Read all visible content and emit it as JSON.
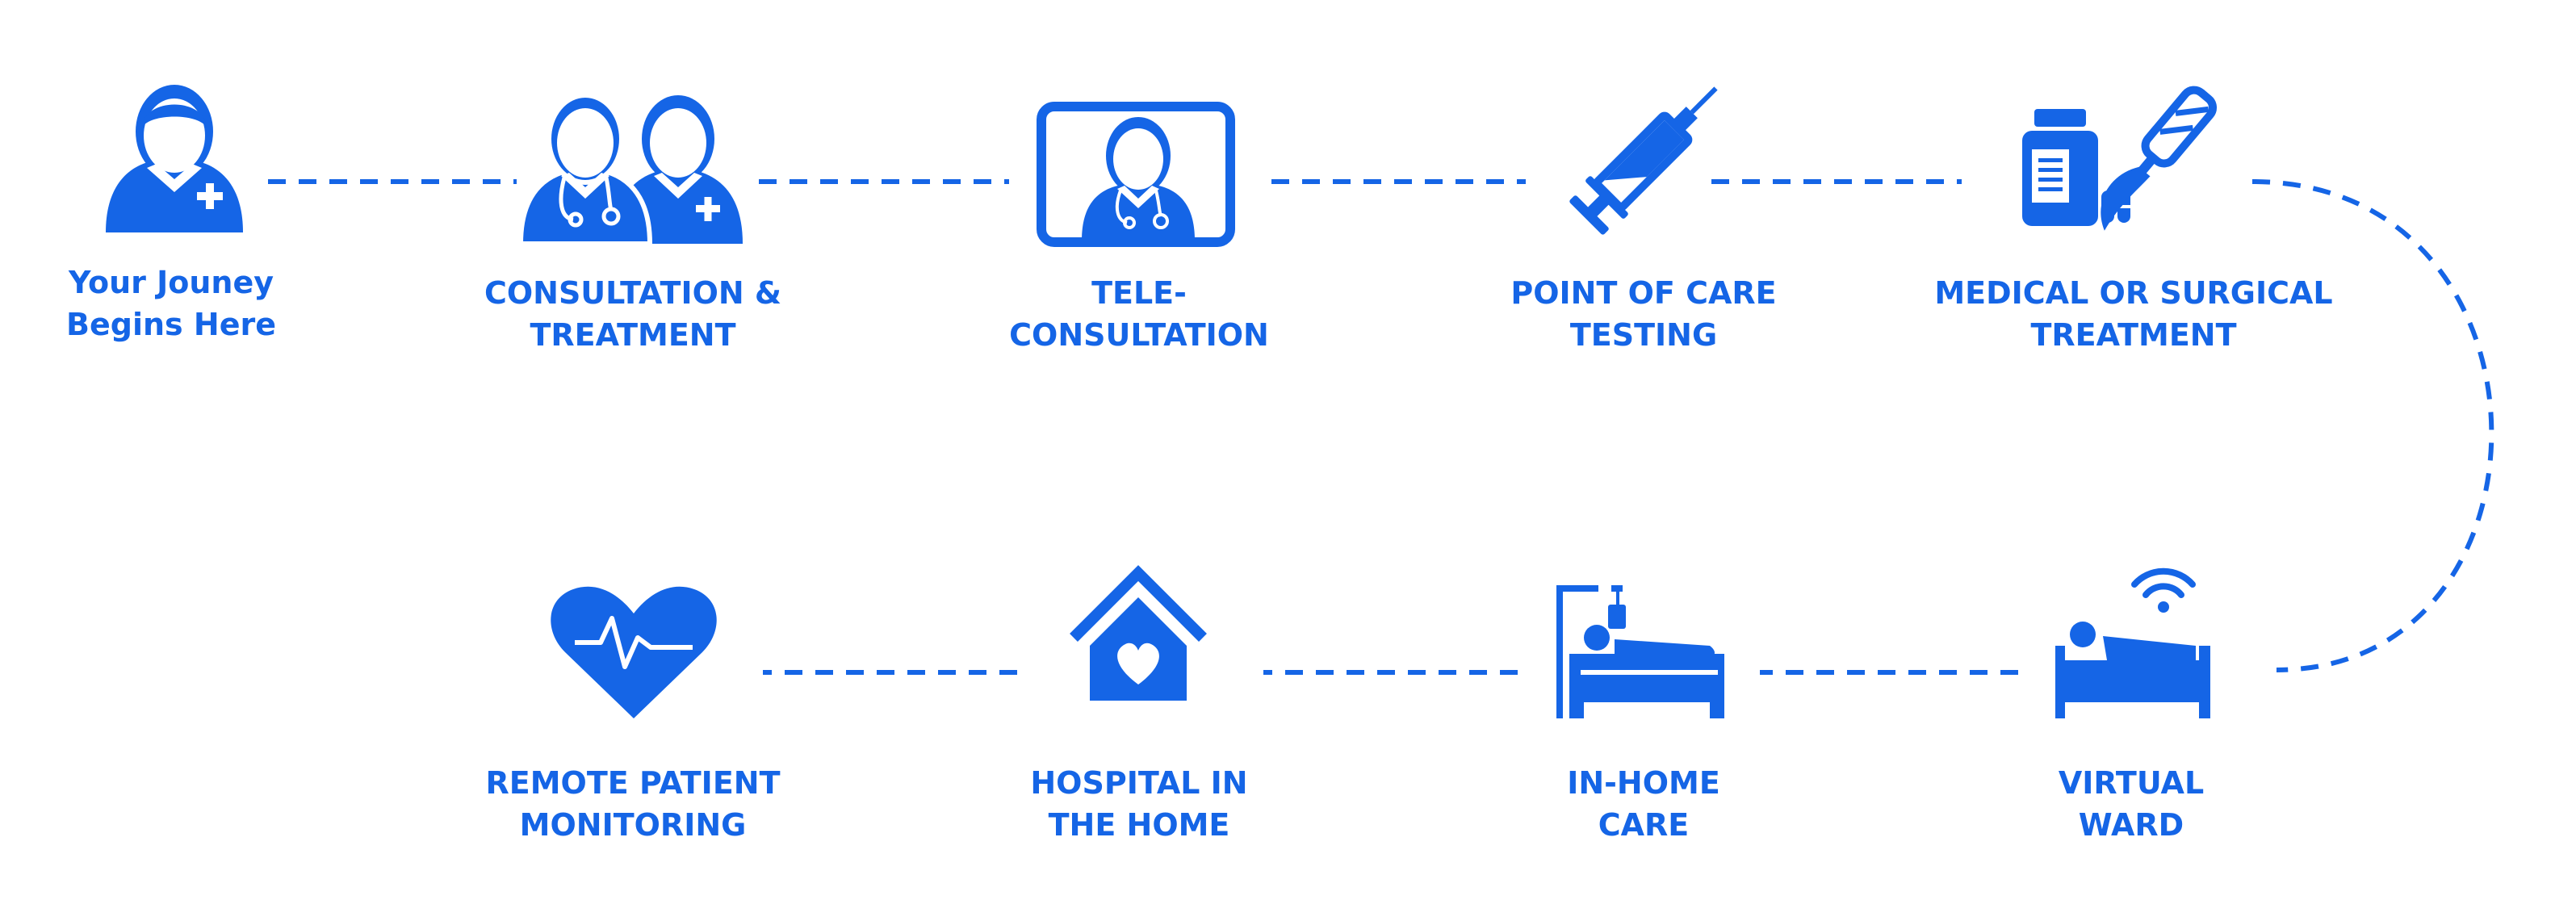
{
  "colors": {
    "accent": "#1565e6",
    "background": "#ffffff"
  },
  "steps": [
    {
      "id": "start",
      "icon": "patient-icon",
      "label": [
        "Your Jouney",
        "Begins Here"
      ]
    },
    {
      "id": "consultation",
      "icon": "two-doctors-icon",
      "label": [
        "CONSULTATION &",
        "TREATMENT"
      ]
    },
    {
      "id": "tele",
      "icon": "monitor-doctor-icon",
      "label": [
        "TELE-",
        "CONSULTATION"
      ]
    },
    {
      "id": "poct",
      "icon": "syringe-icon",
      "label": [
        "POINT OF CARE",
        "TESTING"
      ]
    },
    {
      "id": "medsurg",
      "icon": "pill-bottle-scalpel-icon",
      "label": [
        "MEDICAL OR SURGICAL",
        "TREATMENT"
      ]
    },
    {
      "id": "virtual",
      "icon": "bed-wifi-icon",
      "label": [
        "VIRTUAL",
        "WARD"
      ]
    },
    {
      "id": "inhome",
      "icon": "hospital-bed-iv-icon",
      "label": [
        "IN-HOME",
        "CARE"
      ]
    },
    {
      "id": "hith",
      "icon": "house-heart-icon",
      "label": [
        "HOSPITAL IN",
        "THE HOME"
      ]
    },
    {
      "id": "rpm",
      "icon": "heartbeat-icon",
      "label": [
        "REMOTE PATIENT",
        "MONITORING"
      ]
    }
  ]
}
